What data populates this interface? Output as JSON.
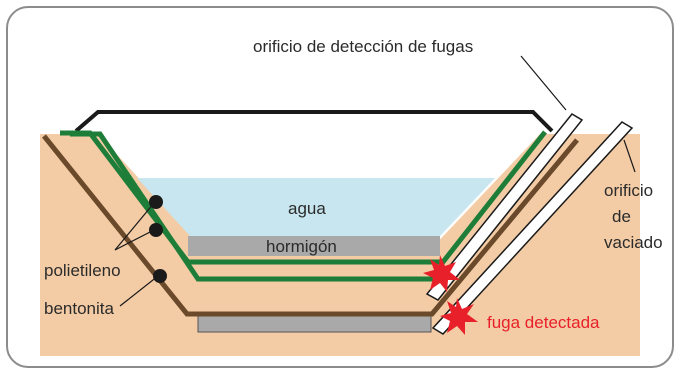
{
  "labels": {
    "leak_detection_hole": "orificio de detección de fugas",
    "drain_hole_line1": "orificio",
    "drain_hole_line2": "de",
    "drain_hole_line3": "vaciado",
    "water": "agua",
    "concrete": "hormigón",
    "polyethylene": "polietileno",
    "bentonite": "bentonita",
    "leak_detected": "fuga detectada"
  },
  "colors": {
    "soil": "#f3cca5",
    "water": "#c7e6ef",
    "concrete": "#a9a9a9",
    "liner_green": "#1e7d38",
    "bentonite_brown": "#6b4a2b",
    "leak_red": "#e8202a",
    "frame": "#8c8c8c"
  }
}
